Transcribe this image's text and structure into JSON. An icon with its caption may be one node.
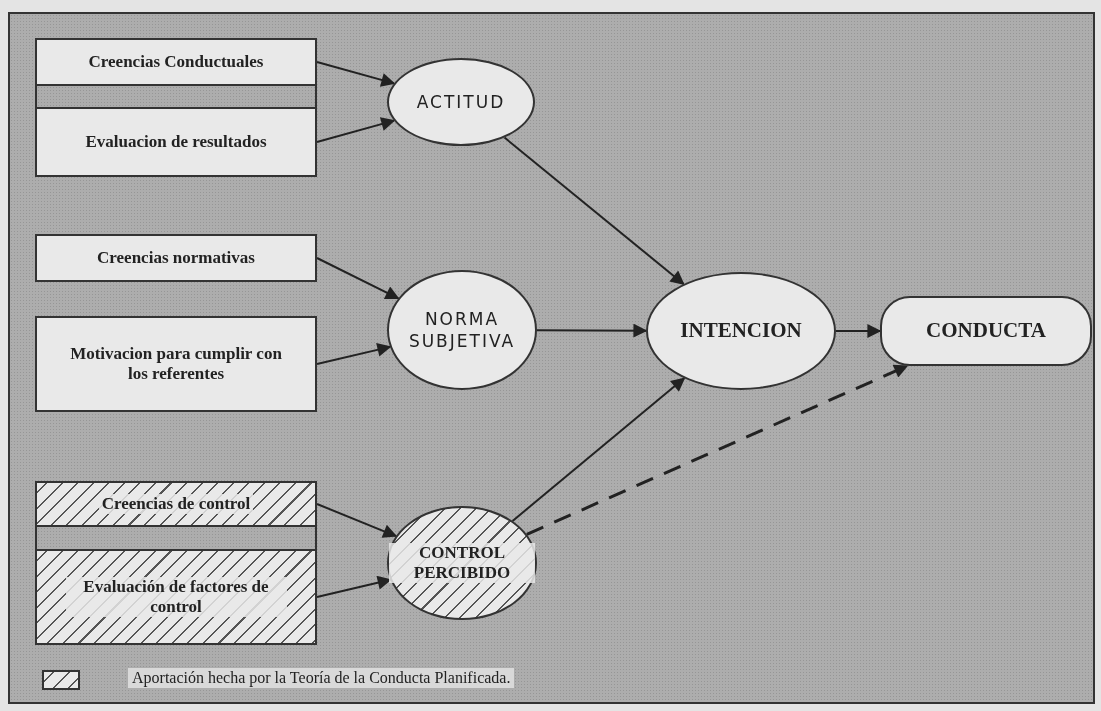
{
  "diagram": {
    "nodes": [
      {
        "text": [
          "Creencias Conductuales"
        ]
      },
      {
        "text": [
          "Evaluacion de resultados"
        ]
      },
      {
        "text": [
          "Creencias normativas"
        ]
      },
      {
        "text": [
          "Motivacion para cumplir con los referentes"
        ]
      },
      {
        "text": [
          "Creencias de control"
        ]
      },
      {
        "text": [
          "Evaluación de factores de control"
        ]
      },
      {
        "text": [
          "ACTITUD"
        ]
      },
      {
        "text": [
          "NORMA SUBJETIVA"
        ]
      },
      {
        "text": [
          "CONTROL PERCIBIDO"
        ]
      },
      {
        "text": [
          "INTENCION"
        ]
      },
      {
        "text": [
          "CONDUCTA"
        ]
      },
      {
        "text": [],
        "shape": "bar"
      },
      {
        "text": [],
        "shape": "bar"
      }
    ],
    "edges": [
      {
        "from": 0,
        "to": 6,
        "arrow": "to"
      },
      {
        "from": 1,
        "to": 6,
        "arrow": "to"
      },
      {
        "from": 2,
        "to": 7,
        "arrow": "to"
      },
      {
        "from": 3,
        "to": 7,
        "arrow": "to"
      },
      {
        "from": 4,
        "to": 8,
        "arrow": "to"
      },
      {
        "from": 5,
        "to": 8,
        "arrow": "to"
      },
      {
        "from": 6,
        "to": 9,
        "arrow": "to"
      },
      {
        "from": 7,
        "to": 9,
        "arrow": "to"
      },
      {
        "from": 8,
        "to": 9,
        "arrow": "to"
      },
      {
        "from": 9,
        "to": 10,
        "arrow": "to"
      },
      {
        "from": 8,
        "to": 10,
        "arrow": "to",
        "style": "dashed"
      }
    ],
    "legend": [
      {
        "text": "Aportación hecha por la Teoría de la Conducta Planificada."
      }
    ]
  }
}
